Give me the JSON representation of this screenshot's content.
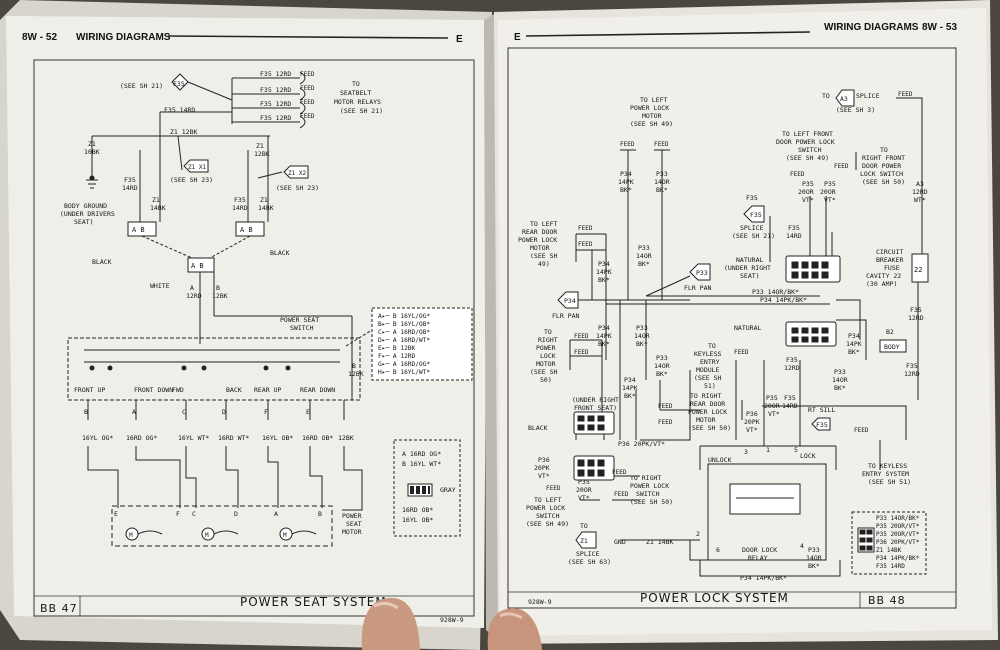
{
  "left_page": {
    "page_number": "8W - 52",
    "section": "WIRING DIAGRAMS",
    "code": "E",
    "title": "POWER SEAT SYSTEM",
    "tab": "BB 47",
    "footer_code": "928W-9",
    "top_feeds": {
      "ref": "F35",
      "see_sh21": "(SEE SH 21)",
      "wires": [
        "F35 12RD",
        "F35 12RD",
        "F35 12RD",
        "F35 12RD"
      ],
      "feed": "FEED",
      "to_text": [
        "TO",
        "SEATBELT",
        "MOTOR RELAYS",
        "(SEE SH 21)"
      ],
      "f35_14rd": "F35 14RD"
    },
    "z1_12bk": "Z1 12BK",
    "z1_10bk": [
      "Z1",
      "10BK"
    ],
    "z1_12bk_r": [
      "Z1",
      "12BK"
    ],
    "splice_x1": "Z1 X1",
    "splice_x2": "Z1 X2",
    "see_sh23": "(SEE SH 23)",
    "body_ground": [
      "BODY GROUND",
      "(UNDER DRIVERS",
      "SEAT)"
    ],
    "left_conn_wires": [
      "F35",
      "14RD",
      "Z1",
      "14BK"
    ],
    "right_conn_wires": [
      "F35",
      "14RD",
      "Z1",
      "14BK"
    ],
    "black": "BLACK",
    "white": "WHITE",
    "center_wires": [
      "A",
      "12RD",
      "B",
      "12BK"
    ],
    "switch_label": [
      "POWER SEAT",
      "SWITCH"
    ],
    "switch_labels": [
      "FRONT UP",
      "FRONT DOWN",
      "FWD",
      "BACK",
      "REAR UP",
      "REAR DOWN"
    ],
    "switch_pins": [
      "B",
      "A",
      "C",
      "D",
      "F",
      "E"
    ],
    "pin_rows": [
      [
        "A",
        "B",
        "16YL/OG*"
      ],
      [
        "B",
        "B",
        "16YL/OB*"
      ],
      [
        "C",
        "A",
        "16RD/OB*"
      ],
      [
        "D",
        "A",
        "16RD/WT*"
      ],
      [
        "E",
        "B",
        "12BK"
      ],
      [
        "F",
        "A",
        "12RD"
      ],
      [
        "G",
        "A",
        "16RD/OG*"
      ],
      [
        "H",
        "B",
        "16YL/WT*"
      ]
    ],
    "wire_b_12bk": [
      "B",
      "12BK"
    ],
    "bottom_wires": [
      "16YL OG*",
      "16RD OG*",
      "16YL WT*",
      "16RD WT*",
      "16YL OB*",
      "16RD OB*",
      "12BK"
    ],
    "motor_conn_wires": [
      "A 16RD OG*",
      "B 16YL WT*",
      "16RD OB*",
      "16YL OB*"
    ],
    "gray": "GRAY",
    "motor_pins": [
      "E",
      "F",
      "C",
      "D",
      "A",
      "B"
    ],
    "motor": "M",
    "power_seat_motor": [
      "POWER",
      "SEAT",
      "MOTOR"
    ]
  },
  "right_page": {
    "page_number": "8W - 53",
    "section": "WIRING DIAGRAMS",
    "code": "E",
    "title": "POWER LOCK SYSTEM",
    "tab": "BB 48",
    "footer_code": "928W-9",
    "to_left_motor": [
      "TO LEFT",
      "POWER LOCK",
      "MOTOR",
      "(SEE SH 49)"
    ],
    "to_splice_a3": [
      "TO",
      "A3",
      "SPLICE",
      "(SEE SH 3)"
    ],
    "feed": "FEED",
    "to_lf_switch": [
      "TO LEFT FRONT",
      "DOOR POWER LOCK",
      "SWITCH",
      "(SEE SH 49)"
    ],
    "to_rf_switch": [
      "TO",
      "RIGHT FRONT",
      "DOOR POWER",
      "LOCK SWITCH",
      "(SEE SH 50)"
    ],
    "w_p34_14pk": [
      "P34",
      "14PK",
      "BK*"
    ],
    "w_p33_14or": [
      "P33",
      "14OR",
      "BK*"
    ],
    "to_lr_motor": [
      "TO LEFT",
      "REAR DOOR",
      "POWER LOCK",
      "MOTOR",
      "(SEE SH",
      "49)"
    ],
    "splice_f35": [
      "F35",
      "SPLICE",
      "(SEE SH 21)"
    ],
    "f35_14rd": [
      "F35",
      "14RD"
    ],
    "p35_w": [
      "P35",
      "20OR",
      "VT*"
    ],
    "p35_vt": [
      "P35",
      "20OR",
      "VT*"
    ],
    "a3_w": [
      "A3",
      "12RD",
      "WT*"
    ],
    "natural_under": [
      "NATURAL",
      "(UNDER RIGHT",
      "SEAT)"
    ],
    "p33_14or": "P33 14OR/BK*",
    "p34_14pk": "P34 14PK/BK*",
    "circuit_breaker": [
      "CIRCUIT",
      "BREAKER",
      "FUSE",
      "CAVITY 22",
      "(30 AMP)"
    ],
    "cb_num": "22",
    "p33_ref": "P33",
    "p34_ref": "P34",
    "flr_pan": "FLR PAN",
    "natural": "NATURAL",
    "b2_body": [
      "B2",
      "BODY"
    ],
    "f35_12rd": [
      "F35",
      "12RD"
    ],
    "to_rr_motor": [
      "TO",
      "RIGHT",
      "POWER",
      "LOCK",
      "MOTOR",
      "(SEE SH",
      "50)"
    ],
    "to_keyless_module": [
      "TO",
      "KEYLESS",
      "ENTRY",
      "MODULE",
      "(SEE SH",
      "51)"
    ],
    "to_rr_door": [
      "TO RIGHT",
      "REAR DOOR",
      "POWER LOCK",
      "MOTOR",
      "(SEE SH 50)"
    ],
    "under_right_front": [
      "(UNDER RIGHT",
      "FRONT SEAT)"
    ],
    "black": "BLACK",
    "p36_20pk": "P36 20PK/VT*",
    "p36_w": [
      "P36",
      "20PK",
      "VT*"
    ],
    "p35_w2": [
      "P35",
      "20OR",
      "VT*"
    ],
    "f35_14rd_b": [
      "F35",
      "14RD"
    ],
    "rt_sill": "RT SILL",
    "f35_ref": "F35",
    "p34_14pk_bk": [
      "P34",
      "14PK",
      "BK*"
    ],
    "p33_14or_bk": [
      "P33",
      "14OR",
      "BK*"
    ],
    "f35_12rd_b": [
      "F35",
      "12RD"
    ],
    "to_left_switch": [
      "TO LEFT",
      "POWER LOCK",
      "SWITCH",
      "(SEE SH 49)"
    ],
    "to_right_switch": [
      "TO RIGHT",
      "POWER LOCK",
      "SWITCH",
      "(SEE SH 50)"
    ],
    "p36_20pk_b": [
      "P36",
      "20PK",
      "VT*"
    ],
    "p35_20or_b": [
      "P35",
      "20OR",
      "VT*"
    ],
    "to_keyless_system": [
      "TO KEYLESS",
      "ENTRY SYSTEM",
      "(SEE SH 51)"
    ],
    "unlock": "UNLOCK",
    "lock": "LOCK",
    "relay_pins": [
      "3",
      "1",
      "5",
      "2",
      "6",
      "4"
    ],
    "door_lock_relay": [
      "DOOR LOCK",
      "RELAY"
    ],
    "splice_z1": [
      "Z1",
      "SPLICE",
      "(SEE SH 63)"
    ],
    "to": "TO",
    "z1_14bk": "Z1 14BK",
    "gnd": "GND",
    "p34_14pk_bk2": "P34 14PK/BK*",
    "p33_14or_w": [
      "P33",
      "14OR",
      "BK*"
    ],
    "legend": [
      "P33 14OR/BK*",
      "P35 20OR/VT*",
      "P35 20OR/VT*",
      "P36 20PK/VT*",
      "Z1 14BK",
      "P34 14PK/BK*",
      "F35 14RD"
    ]
  }
}
